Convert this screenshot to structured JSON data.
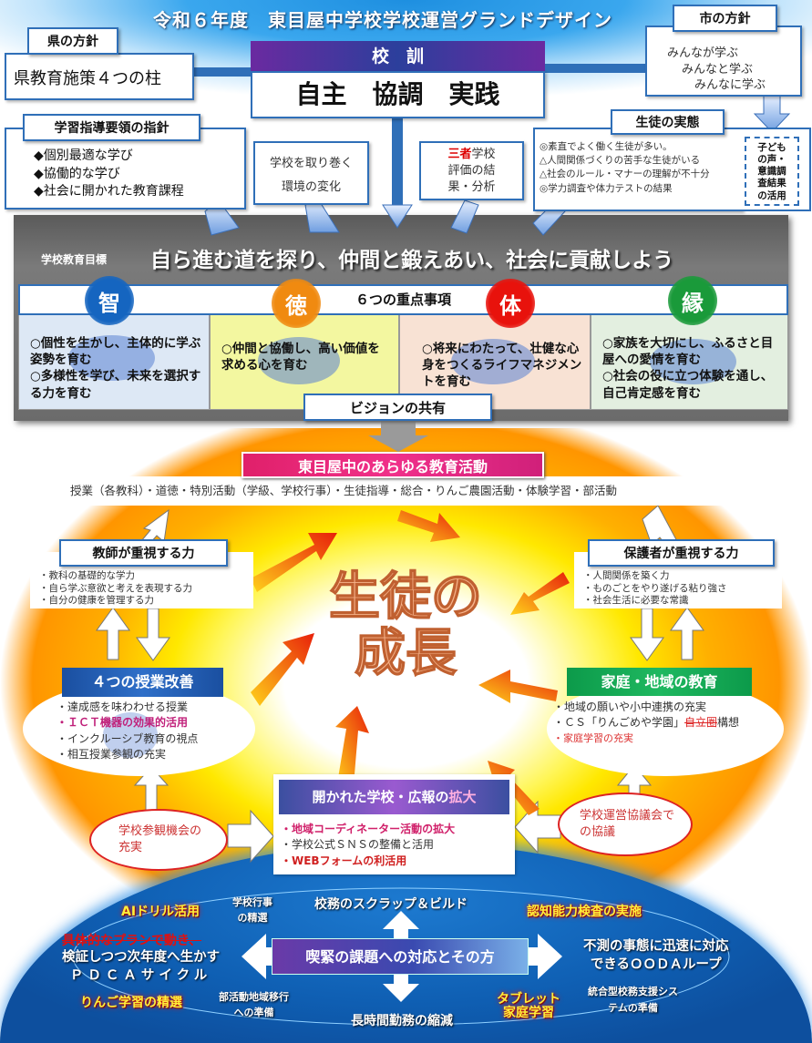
{
  "title": "令和６年度　東目屋中学校学校運営グランドデザイン",
  "prefecture": {
    "label": "県の方針",
    "text": "県教育施策４つの柱"
  },
  "motto": {
    "label": "校　訓",
    "text": "自主　協調　実践"
  },
  "city": {
    "label": "市の方針",
    "lines": [
      "みんなが学ぶ",
      "みんなと学ぶ",
      "みんなに学ぶ"
    ]
  },
  "guidelines": {
    "label": "学習指導要領の指針",
    "items": [
      "◆個別最適な学び",
      "◆協働的な学び",
      "◆社会に開かれた教育課程"
    ]
  },
  "environment": {
    "lines": [
      "学校を取り巻く",
      "環境の変化"
    ]
  },
  "evaluation": {
    "red": "三者",
    "lines": [
      "学校",
      "評価の結",
      "果・分析"
    ]
  },
  "students": {
    "label": "生徒の実態",
    "items": [
      "◎素直でよく働く生徒が多い。",
      "△人間関係づくりの苦手な生徒がいる",
      "△社会のルール・マナーの理解が不十分",
      "◎学力調査や体力テストの結果"
    ]
  },
  "voices": {
    "lines": [
      "子ども",
      "の声・",
      "意識調",
      "査結果",
      "の活用"
    ]
  },
  "goal": {
    "label": "学校教育目標",
    "text": "自ら進む道を探り、仲間と鍛えあい、社会に貢献しよう"
  },
  "priorities": {
    "label": "６つの重点事項",
    "pillars": [
      {
        "name": "智",
        "color": "#1565c0",
        "items": [
          "○個性を生かし、主体的に学ぶ姿勢を育む",
          "○多様性を学び、未来を選択する力を育む"
        ]
      },
      {
        "name": "徳",
        "color": "#f08a10",
        "items": [
          "○仲間と協働し、高い価値を求める心を育む"
        ]
      },
      {
        "name": "体",
        "color": "#e8120c",
        "items": [
          "○将来にわたって、壮健な心身をつくるライフマネジメントを育む"
        ]
      },
      {
        "name": "縁",
        "color": "#1a9a3a",
        "items": [
          "○家族を大切にし、ふるさと目屋への愛情を育む",
          "○社会の役に立つ体験を通し、自己肯定感を育む"
        ]
      }
    ]
  },
  "vision": "ビジョンの共有",
  "activities": {
    "label": "東目屋中のあらゆる教育活動",
    "text": "授業（各教科）・道徳・特別活動（学級、学校行事）・生徒指導・総合・りんご農園活動・体験学習・部活動"
  },
  "teacher": {
    "label": "教師が重視する力",
    "items": [
      "・教科の基礎的な学力",
      "・自ら学ぶ意欲と考えを表現する力",
      "・自分の健康を管理する力"
    ]
  },
  "parent": {
    "label": "保護者が重視する力",
    "items": [
      "・人間関係を築く力",
      "・ものごとをやり遂げる粘り強さ",
      "・社会生活に必要な常識"
    ]
  },
  "center": {
    "line1": "生徒の",
    "line2": "成長"
  },
  "lessons": {
    "label": "４つの授業改善",
    "items": [
      "・達成感を味わわせる授業",
      "・ＩＣＴ機器の効果的活用",
      "・インクルーシブ教育の視点",
      "・相互授業参観の充実"
    ]
  },
  "community": {
    "label": "家庭・地域の教育",
    "items": [
      "・地域の願いや小中連携の充実",
      "・ＣＳ「りんごめや学園」",
      "自立圏",
      "構想",
      "・家庭学習の充実"
    ]
  },
  "open_school": {
    "label_a": "開かれた学校・広報の",
    "label_b": "拡大",
    "items": [
      "・地域コーディネーター活動の拡大",
      "・学校公式ＳＮＳの整備と活用",
      "・WEBフォームの利活用"
    ]
  },
  "visits": "学校参観機会の充実",
  "council": "学校運営協議会での協議",
  "urgent": {
    "label": "喫緊の課題への対応とその方",
    "top": "校務のスクラップ＆ビルド",
    "bottom": "長時間勤務の縮減",
    "left_strike": "具体的なプランで動き、",
    "left": [
      "検証しつつ次年度へ生かす",
      "ＰＤＣＡサイクル"
    ],
    "right": [
      "不測の事態に迅速に対応",
      "できるＯＯＤＡループ"
    ],
    "ai": "AIドリル活用",
    "events": [
      "学校行事",
      "の精選"
    ],
    "cognitive": "認知能力検査の実施",
    "apple": "りんご学習の精選",
    "club": [
      "部活動地域移行",
      "への準備"
    ],
    "tablet": [
      "タブレット",
      "家庭学習"
    ],
    "system": [
      "統合型校務支援シス",
      "テムの準備"
    ]
  }
}
